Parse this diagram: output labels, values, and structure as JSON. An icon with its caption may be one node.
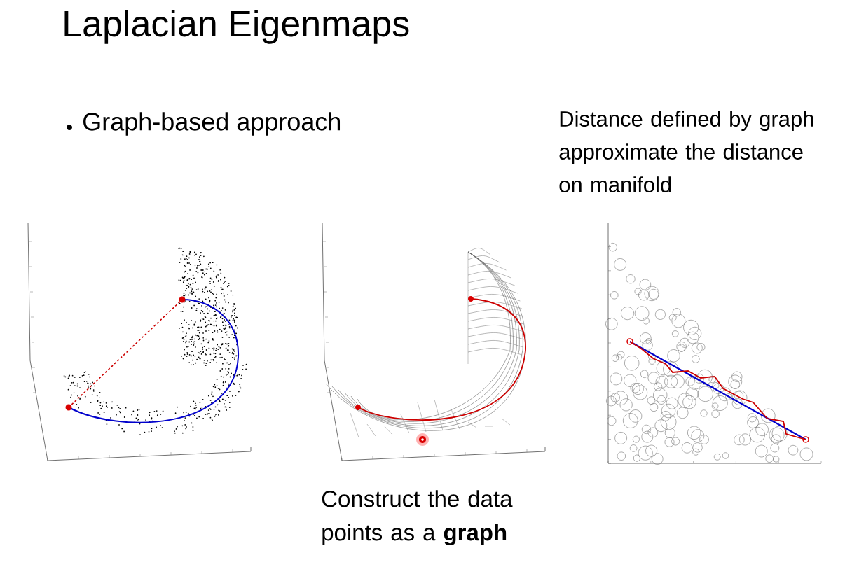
{
  "diagram": {
    "title": "Laplacian Eigenmaps",
    "labels": [
      "Graph-based approach",
      "Distance defined by graph approximate the distance on manifold",
      "Construct the data points as a **graph**"
    ]
  }
}
